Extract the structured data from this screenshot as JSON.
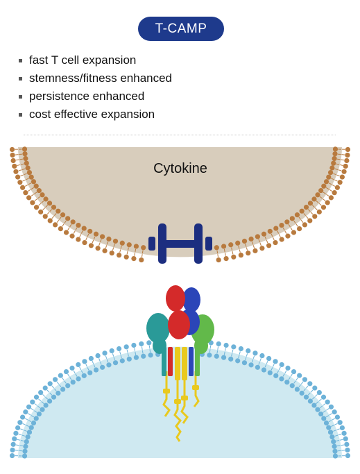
{
  "title": "T-CAMP",
  "features": [
    "fast T cell expansion",
    "stemness/fitness enhanced",
    "persistence enhanced",
    "cost effective expansion"
  ],
  "diagram": {
    "cytokine_label": "Cytokine",
    "colors": {
      "title_badge": "#1e3a8c",
      "upper_cell_fill": "#d8cdbc",
      "upper_membrane": "#b87a3e",
      "cytokine_ligand": "#1c2e80",
      "lower_cell_fill": "#cfe9f1",
      "lower_membrane": "#6db2d8",
      "receptor_red": "#d42a2a",
      "receptor_blue": "#2b45b8",
      "receptor_teal": "#2a9a98",
      "receptor_green": "#62b94a",
      "receptor_yellow": "#e9c91e"
    }
  }
}
